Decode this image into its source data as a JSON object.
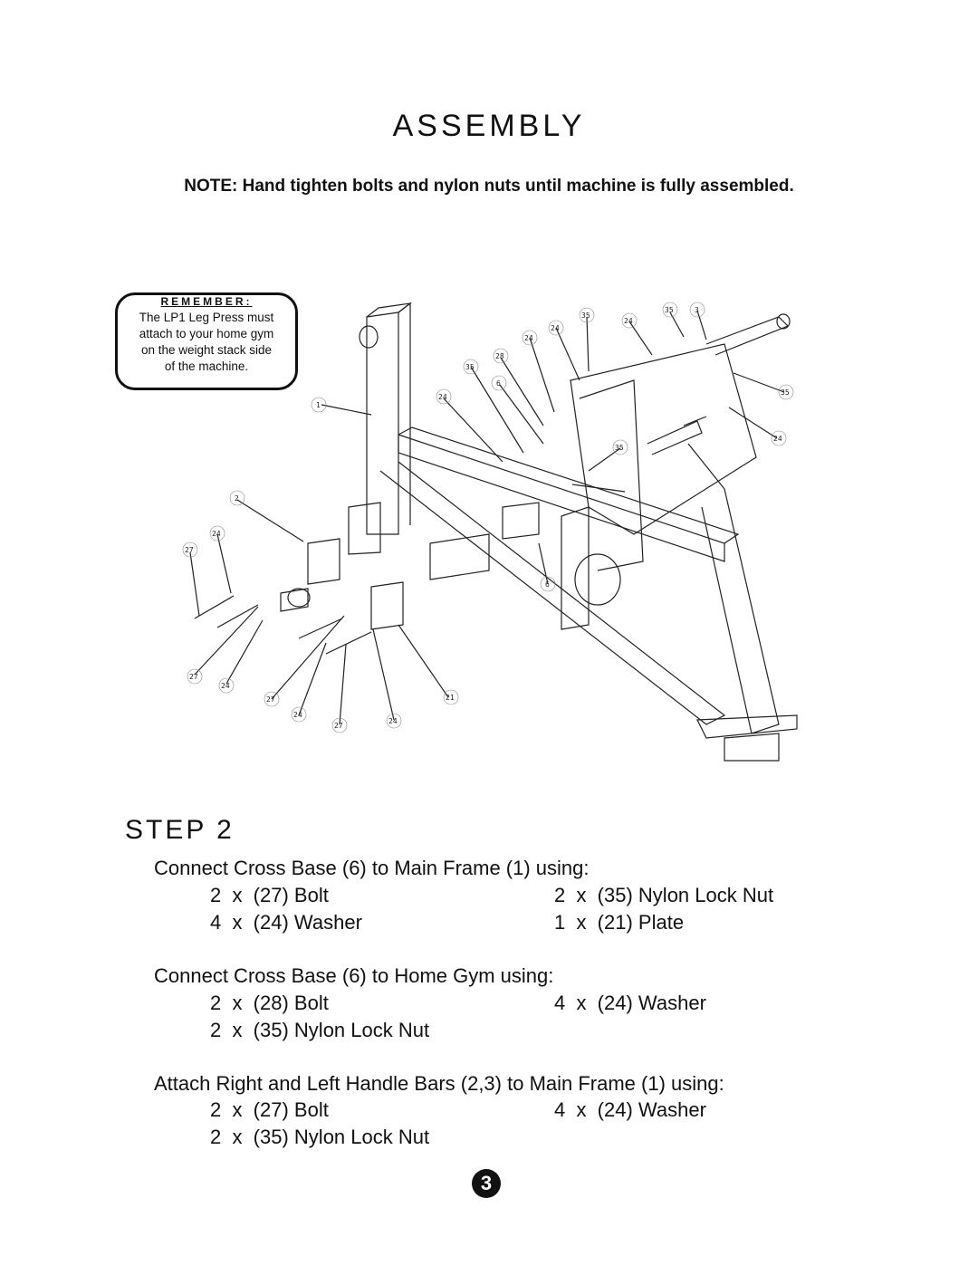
{
  "header": {
    "title": "ASSEMBLY",
    "note": "NOTE:  Hand tighten bolts and nylon nuts until machine is fully assembled."
  },
  "remember": {
    "heading": "REMEMBER:",
    "lines": [
      "The LP1 Leg Press must",
      "attach to your home gym",
      "on the weight stack side",
      "of the machine."
    ]
  },
  "diagram": {
    "callouts": [
      "1",
      "2",
      "3",
      "6",
      "6",
      "21",
      "24",
      "24",
      "24",
      "24",
      "24",
      "24",
      "24",
      "24",
      "24",
      "27",
      "27",
      "27",
      "27",
      "28",
      "35",
      "35",
      "35",
      "35",
      "35"
    ]
  },
  "step": {
    "label": "STEP 2",
    "sections": [
      {
        "heading": "Connect Cross Base (6) to Main Frame (1) using:",
        "left": [
          "2  x  (27) Bolt",
          "4  x  (24) Washer"
        ],
        "right": [
          "2  x  (35) Nylon Lock Nut",
          "1  x  (21) Plate"
        ]
      },
      {
        "heading": "Connect Cross Base (6) to Home Gym using:",
        "left": [
          "2  x  (28) Bolt",
          "2  x  (35) Nylon Lock Nut"
        ],
        "right": [
          "4  x  (24) Washer"
        ]
      },
      {
        "heading": "Attach Right and Left Handle Bars (2,3) to Main Frame (1) using:",
        "left": [
          "2  x  (27) Bolt",
          "2  x  (35) Nylon Lock Nut"
        ],
        "right": [
          "4  x  (24) Washer"
        ]
      }
    ]
  },
  "footer": {
    "page_number": "3"
  }
}
